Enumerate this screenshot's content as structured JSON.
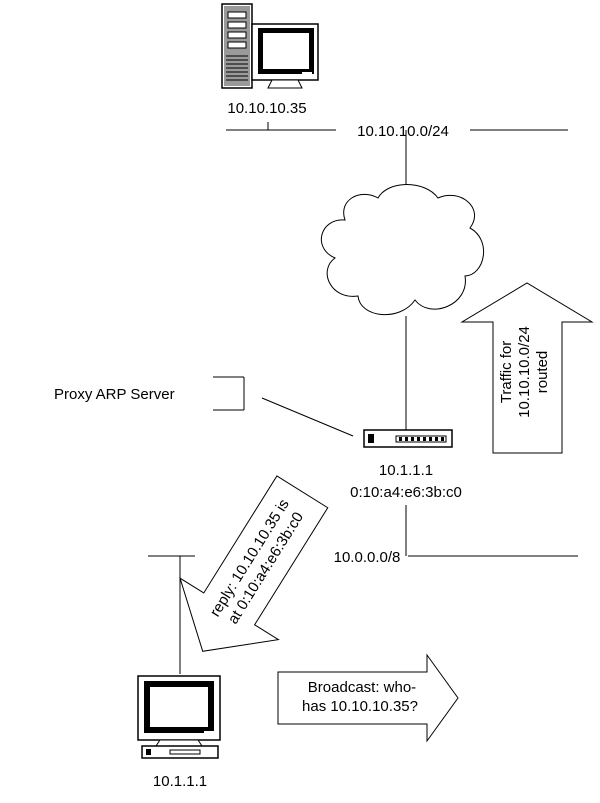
{
  "server": {
    "ip": "10.10.10.35"
  },
  "networks": {
    "top": "10.10.10.0/24",
    "bottom": "10.0.0.0/8"
  },
  "router": {
    "ip": "10.1.1.1",
    "mac": "0:10:a4:e6:3b:c0"
  },
  "proxy_label": "Proxy ARP Server",
  "traffic_arrow": {
    "lines": [
      "Traffic for",
      "10.10.10.0/24",
      "routed"
    ]
  },
  "reply_arrow": {
    "lines": [
      "reply: 10.10.10.35 is",
      "at 0:10:a4:e6:3b:c0"
    ]
  },
  "broadcast_arrow": {
    "lines": [
      "Broadcast: who-",
      "has 10.10.10.35?"
    ]
  },
  "client": {
    "ip": "10.1.1.1"
  }
}
